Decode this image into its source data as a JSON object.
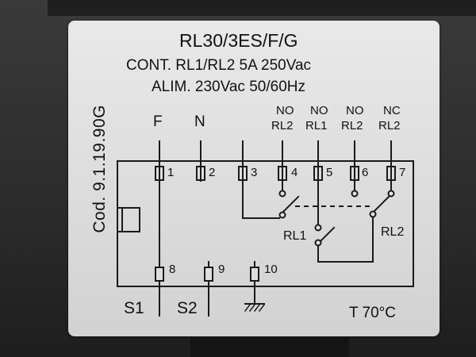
{
  "label": {
    "model": "RL30/3ES/F/G",
    "contact_rating": "CONT. RL1/RL2 5A 250Vac",
    "supply": "ALIM. 230Vac 50/60Hz",
    "code": "Cod. 9.1.19.90G",
    "temperature": "T 70°C"
  },
  "terminals": {
    "top": [
      {
        "number": "1",
        "function": "F"
      },
      {
        "number": "2",
        "function": "N"
      },
      {
        "number": "3",
        "function": ""
      },
      {
        "number": "4",
        "function": "NO",
        "relay": "RL2"
      },
      {
        "number": "5",
        "function": "NO",
        "relay": "RL1"
      },
      {
        "number": "6",
        "function": "NO",
        "relay": "RL2"
      },
      {
        "number": "7",
        "function": "NC",
        "relay": "RL2"
      }
    ],
    "bottom": [
      {
        "number": "8",
        "function": "S1"
      },
      {
        "number": "9",
        "function": "S2"
      },
      {
        "number": "10",
        "function": ""
      }
    ]
  },
  "relays": [
    "RL1",
    "RL2"
  ],
  "colors": {
    "plate": "#dedede",
    "ink": "#111111",
    "housing": "#2b2b2b"
  }
}
